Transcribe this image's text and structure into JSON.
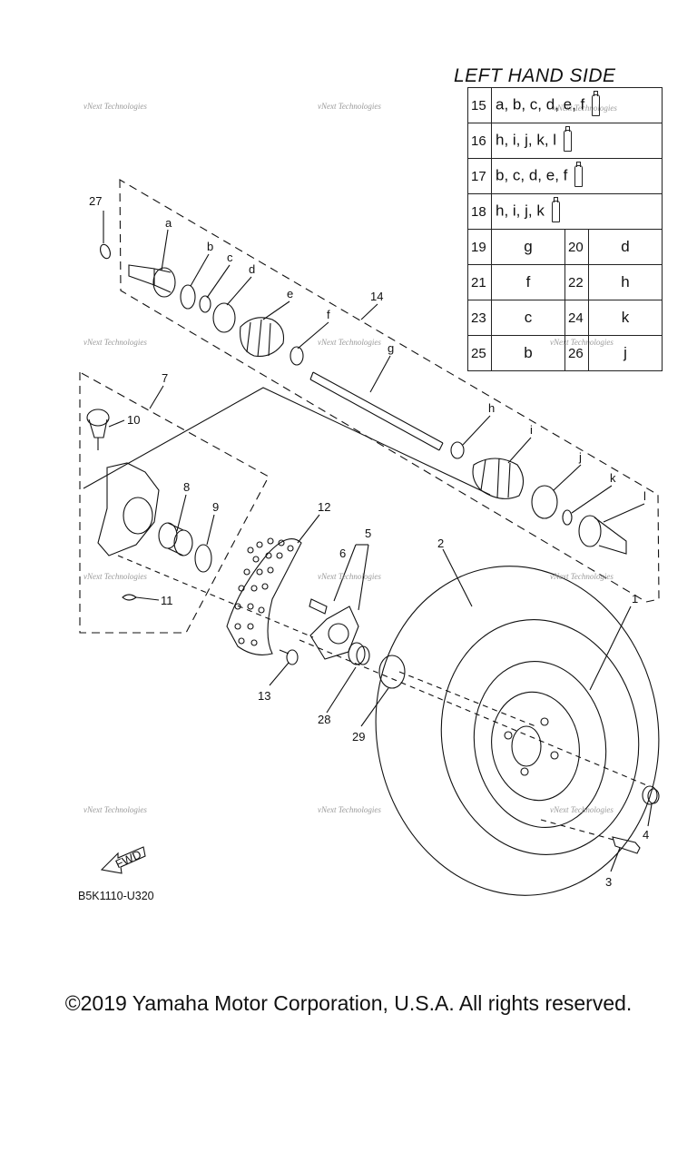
{
  "legend": {
    "title": "LEFT HAND SIDE",
    "rows": [
      {
        "num": "15",
        "parts": "a, b, c, d, e, f"
      },
      {
        "num": "16",
        "parts": "h, i, j, k, l"
      },
      {
        "num": "17",
        "parts": "b, c, d, e, f"
      },
      {
        "num": "18",
        "parts": "h, i, j, k"
      }
    ],
    "pairs": [
      {
        "n1": "19",
        "c1": "g",
        "n2": "20",
        "c2": "d"
      },
      {
        "n1": "21",
        "c1": "f",
        "n2": "22",
        "c2": "h"
      },
      {
        "n1": "23",
        "c1": "c",
        "n2": "24",
        "c2": "k"
      },
      {
        "n1": "25",
        "c1": "b",
        "n2": "26",
        "c2": "j"
      }
    ]
  },
  "callouts": {
    "n1": "1",
    "n2": "2",
    "n3": "3",
    "n4": "4",
    "n5": "5",
    "n6": "6",
    "n7": "7",
    "n8": "8",
    "n9": "9",
    "n10": "10",
    "n11": "11",
    "n12": "12",
    "n13": "13",
    "n14": "14",
    "n27": "27",
    "n28": "28",
    "n29": "29",
    "a": "a",
    "b": "b",
    "c": "c",
    "d": "d",
    "e": "e",
    "f": "f",
    "g": "g",
    "h": "h",
    "i": "i",
    "j": "j",
    "k": "k",
    "l": "l"
  },
  "fwd_label": "FWD",
  "watermark": "vNext Technologies",
  "diagram_code": "B5K1110-U320",
  "copyright": "©2019 Yamaha Motor Corporation, U.S.A. All rights reserved."
}
